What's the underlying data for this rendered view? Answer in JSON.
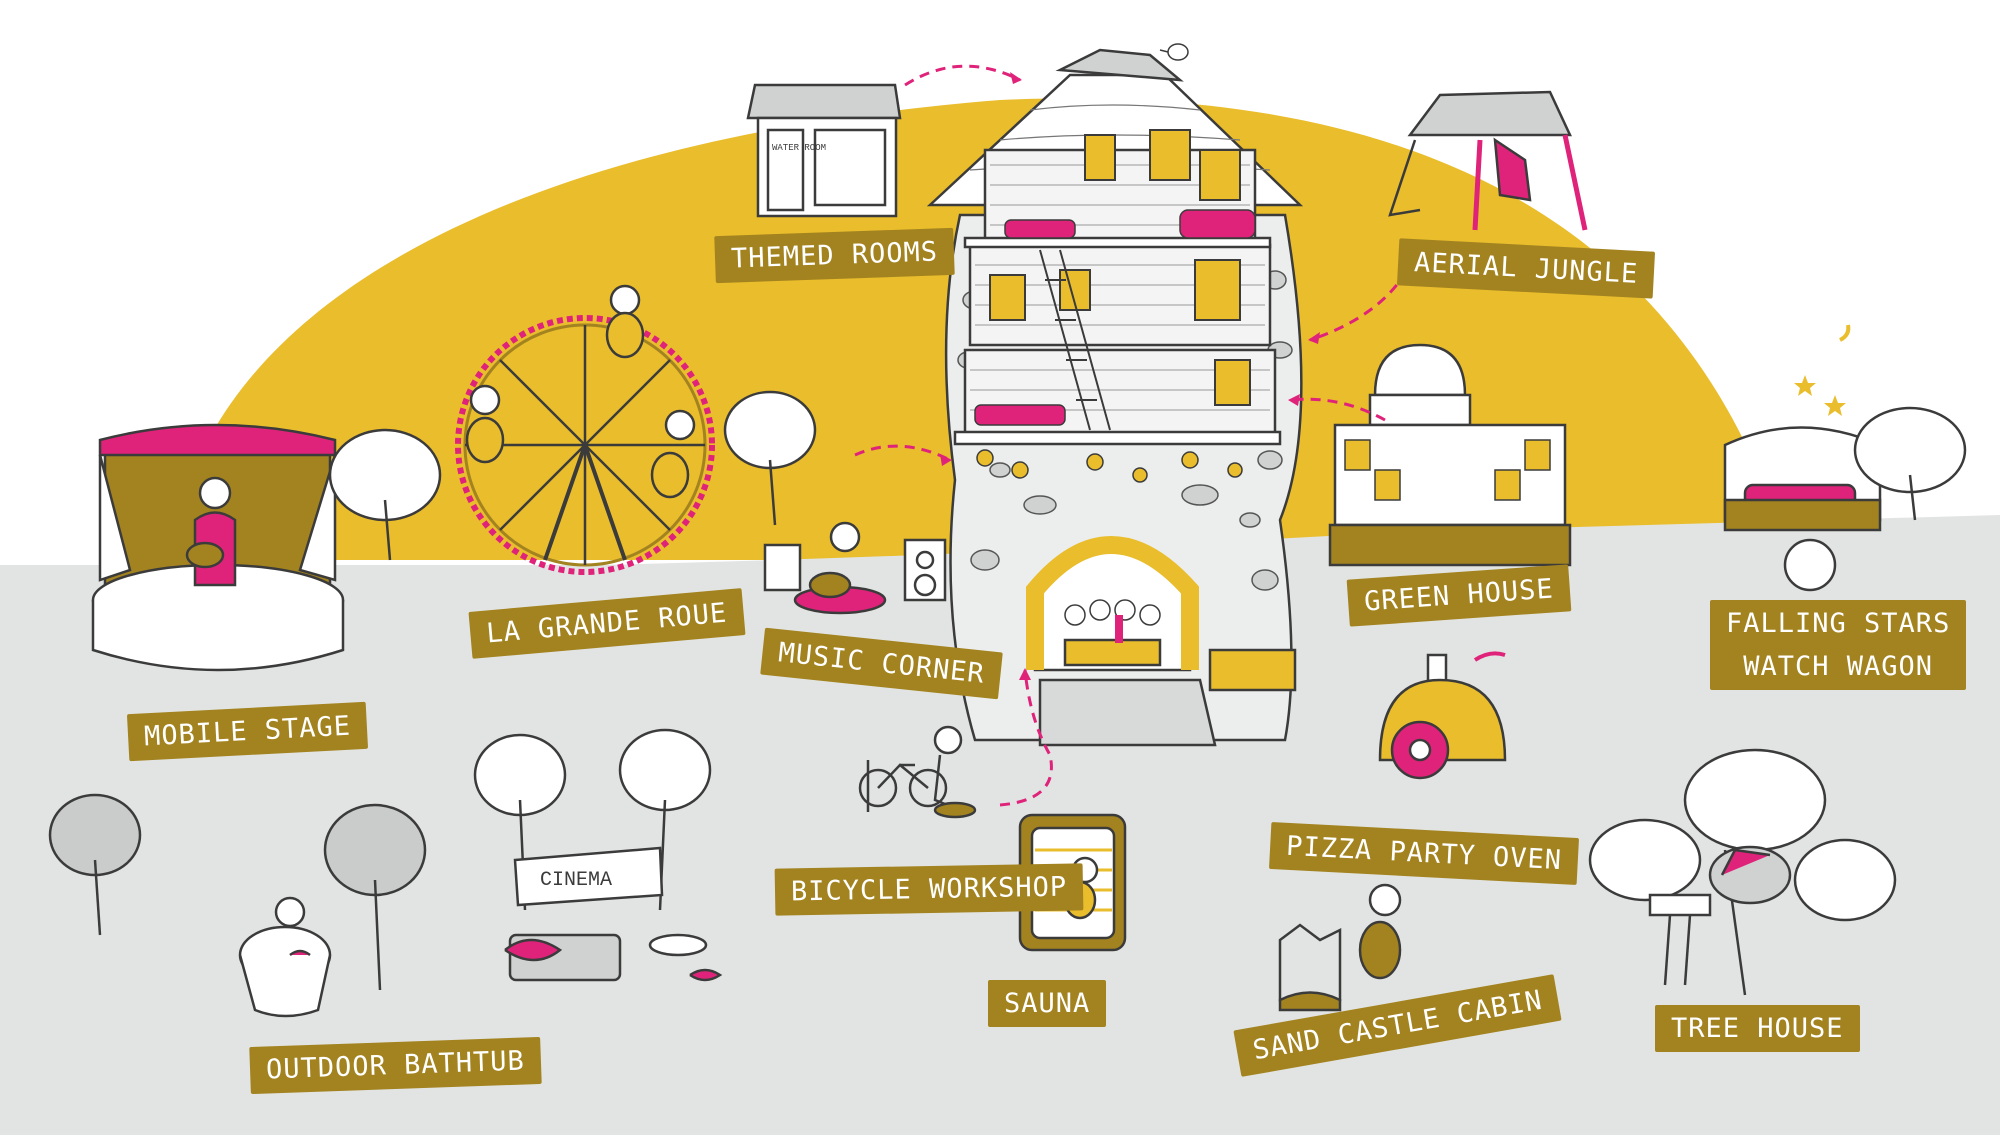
{
  "colors": {
    "sun": "#e9bd2c",
    "ground": "#e2e4e3",
    "label_bg": "#a3831f",
    "label_text": "#ffffff",
    "accent": "#e0237a",
    "line": "#3b3b3b",
    "tree": "#c9cccb",
    "stone": "#cfd2d1"
  },
  "house": {
    "sign": "WATER ROOM"
  },
  "cinema": {
    "screen": "CINEMA"
  },
  "labels": {
    "themed_rooms": "THEMED ROOMS",
    "aerial_jungle": "AERIAL JUNGLE",
    "la_grande_roue": "LA GRANDE ROUE",
    "mobile_stage": "MOBILE STAGE",
    "music_corner": "MUSIC CORNER",
    "green_house": "GREEN HOUSE",
    "falling_stars_1": "FALLING STARS",
    "falling_stars_2": "WATCH WAGON",
    "bicycle_workshop": "BICYCLE WORKSHOP",
    "pizza_party_oven": "PIZZA PARTY OVEN",
    "sauna": "SAUNA",
    "sand_castle_cabin": "SAND CASTLE CABIN",
    "outdoor_bathtub": "OUTDOOR BATHTUB",
    "tree_house": "TREE HOUSE"
  }
}
